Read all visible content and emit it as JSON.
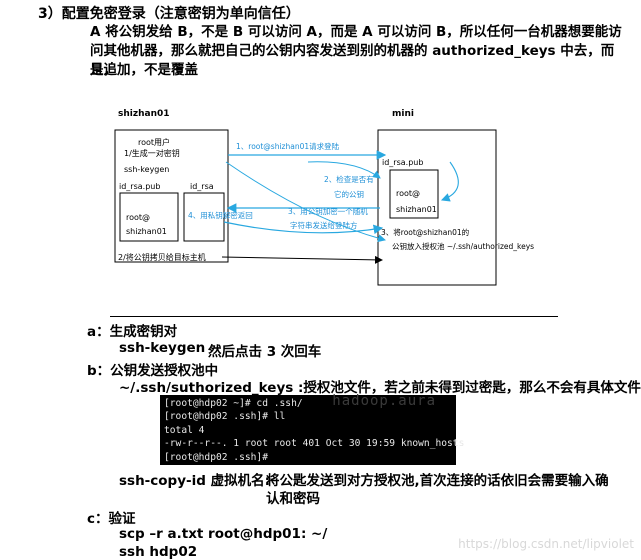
{
  "heading": "3）配置免密登录（注意密钥为单向信任）",
  "intro_lines": [
    "A 将公钥发给 B，不是 B 可以访问 A，而是 A 可以访问 B，所以任何一台机器想要能访",
    "问其他机器，那么就把自己的公钥内容发送到别的机器的 authorized_keys 中去，而且，",
    "是追加，不是覆盖"
  ],
  "diagram": {
    "left_host": "shizhan01",
    "right_host": "mini",
    "root_user": "root用户",
    "gen_key": "1/生成一对密钥",
    "keygen_cmd": "ssh-keygen",
    "pub_file": "id_rsa.pub",
    "priv_file": "id_rsa",
    "pub_content_1": "root@",
    "pub_content_2": "shizhan01",
    "right_pub_file": "id_rsa.pub",
    "right_pub_content_1": "root@",
    "right_pub_content_2": "shizhan01",
    "copy_step": "2/将公钥拷贝给目标主机",
    "step1": "1、root@shizhan01请求登陆",
    "step2a": "2、检查是否有",
    "step2b": "它的公钥",
    "step3a": "3、用公钥加密一个随机",
    "step3b": "字符串发送给登陆方",
    "step4": "4、用私钥解密返回",
    "step_r1": "3、将root@shizhan01的",
    "step_r2": "公钥放入授权池 ~/.ssh/authorized_keys"
  },
  "section_a": {
    "label": "a：生成密钥对",
    "cmd": "ssh-keygen",
    "note": "然后点击 3 次回车"
  },
  "section_b": {
    "label": "b：公钥发送授权池中",
    "desc": "~/.ssh/suthorized_keys :授权池文件，若之前未得到过密匙，那么不会有具体文件",
    "terminal_watermark": "hadoop.aura",
    "terminal_lines": [
      "[root@hdp02 ~]# cd .ssh/",
      "[root@hdp02 .ssh]# ll",
      "total 4",
      "-rw-r--r--. 1 root root 401 Oct 30 19:59 known_hosts",
      "[root@hdp02 .ssh]#"
    ],
    "copy_cmd": "ssh-copy-id  虚拟机名:",
    "copy_desc_1": "将公匙发送到对方授权池,首次连接的话依旧会需要输入确",
    "copy_desc_2": "认和密码"
  },
  "section_c": {
    "label": "c：验证",
    "cmd1": "scp –r a.txt root@hdp01: ~/",
    "cmd2": "ssh hdp02"
  },
  "watermark": "https://blog.csdn.net/lipviolet",
  "colors": {
    "arrow_blue": "#29a8e0",
    "label_blue": "#1e8fd6",
    "box_border": "#000000"
  }
}
